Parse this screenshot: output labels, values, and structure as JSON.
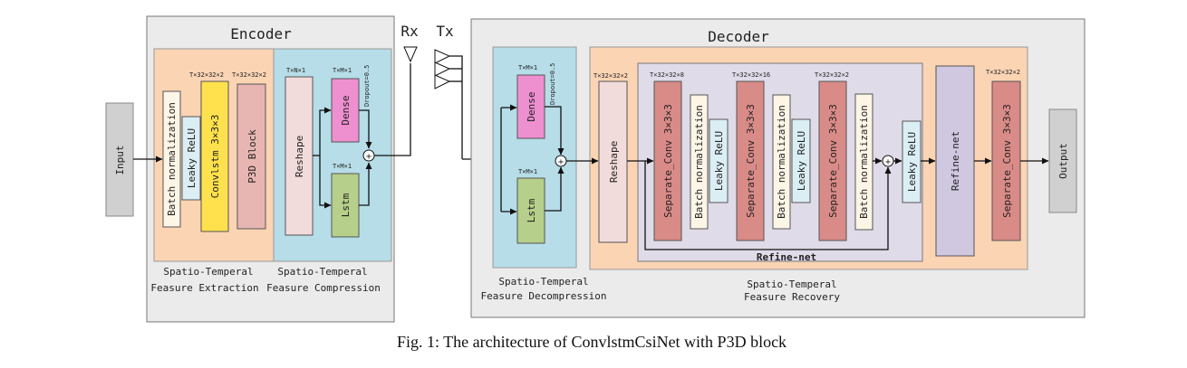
{
  "encoder": {
    "title": "Encoder",
    "input": "Input",
    "batch_norm": "Batch normalization",
    "leaky_relu": "Leaky ReLU",
    "convlstm": "Convlstm 3×3×3",
    "p3d": "P3D Block",
    "reshape": "Reshape",
    "dense": "Dense",
    "lstm": "Lstm",
    "dropout": "Dropout=0.5",
    "dim_conv": "T×32×32×2",
    "dim_p3d": "T×32×32×2",
    "dim_reshape": "T×N×1",
    "dim_dense": "T×M×1",
    "dim_lstm": "T×M×1",
    "extract_l1": "Spatio-Temperal",
    "extract_l2": "Feasure Extraction",
    "compress_l1": "Spatio-Temperal",
    "compress_l2": "Feasure Compression"
  },
  "channel": {
    "rx": "Rx",
    "tx": "Tx"
  },
  "decoder": {
    "title": "Decoder",
    "dense": "Dense",
    "lstm": "Lstm",
    "dropout": "Dropout=0.5",
    "dim_dense": "T×M×1",
    "dim_lstm": "T×M×1",
    "decompress_l1": "Spatio-Temperal",
    "decompress_l2": "Feasure Decompression",
    "reshape": "Reshape",
    "dim_reshape": "T×32×32×2",
    "sep_conv": "Separate_Conv 3×3×3",
    "batch_norm": "Batch normalization",
    "leaky_relu": "Leaky ReLU",
    "dim_conv1": "T×32×32×8",
    "dim_conv2": "T×32×32×16",
    "dim_conv3": "T×32×32×2",
    "refine_label": "Refine-net",
    "refine_block": "Refine-net",
    "sep_conv_out": "Separate_Conv 3×3×3",
    "dim_out": "T×32×32×2",
    "output": "Output",
    "recovery_l1": "Spatio-Temperal",
    "recovery_l2": "Feasure Recovery"
  },
  "caption": "Fig. 1: The architecture of ConvlstmCsiNet with P3D block",
  "colors": {
    "panel": "#ebebeb",
    "orange": "#fbd4b4",
    "blue": "#b6dde8",
    "purple": "#e0dbe8",
    "yellow": "#ffe14d",
    "red": "#d98b87",
    "rose": "#e8b6b2",
    "pinkLight": "#f2dcdb",
    "magenta": "#ee8fd0",
    "green": "#b6cf8a",
    "cream": "#fdf5e6",
    "lightBlue": "#dbeef4",
    "lavender": "#cfc8e0"
  }
}
